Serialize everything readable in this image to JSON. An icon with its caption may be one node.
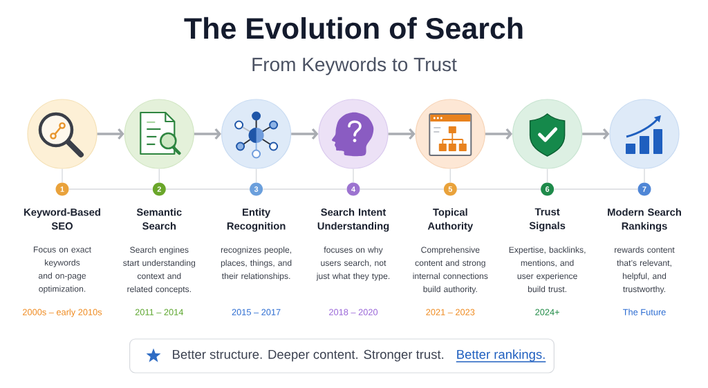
{
  "diagram": {
    "title": "The Evolution of Search",
    "nodes": [
      {
        "text": [],
        "shape": "circle"
      },
      {
        "text": [],
        "shape": "circle"
      },
      {
        "text": [],
        "shape": "circle"
      },
      {
        "text": [],
        "shape": "circle"
      },
      {
        "text": [],
        "shape": "circle"
      },
      {
        "text": [],
        "shape": "circle"
      },
      {
        "text": [],
        "shape": "circle"
      },
      {
        "text": [
          "1"
        ],
        "beside": [
          "Keyword-Based SEO",
          "Focus on exact keywords and on-page optimization.",
          "2000s – early 2010s"
        ]
      },
      {
        "text": [
          "2"
        ],
        "beside": [
          "Semantic Search",
          "Search engines start understanding context and related concepts.",
          "2011 – 2014"
        ]
      },
      {
        "text": [
          "3"
        ],
        "beside": [
          "Entity Recognition",
          "recognizes people, places, things, and their relationships.",
          "2015 – 2017"
        ]
      },
      {
        "text": [
          "4"
        ],
        "beside": [
          "Search Intent Understanding",
          "focuses on why users search, not just what they type.",
          "2018 – 2020"
        ]
      },
      {
        "text": [
          "5"
        ],
        "beside": [
          "Topical Authority",
          "Comprehensive content and strong internal connections build authority.",
          "2021 – 2023"
        ]
      },
      {
        "text": [
          "6"
        ],
        "beside": [
          "Trust Signals",
          "Expertise, backlinks, mentions, and user experience build trust.",
          "2024+"
        ]
      },
      {
        "text": [
          "7"
        ],
        "beside": [
          "Modern Search Rankings",
          "rewards content that’s relevant, helpful, and trustworthy.",
          "The Future"
        ]
      },
      {
        "text": [
          "Better structure. Deeper content. Stronger trust.",
          "Better rankings."
        ]
      }
    ],
    "edges": [
      {
        "from": 0,
        "to": 1,
        "arrow": "to",
        "style": "thick",
        "color": "#a9acb2"
      },
      {
        "from": 1,
        "to": 2,
        "arrow": "to",
        "style": "thick",
        "color": "#a9acb2"
      },
      {
        "from": 2,
        "to": 3,
        "arrow": "to",
        "style": "thick",
        "color": "#a9acb2"
      },
      {
        "from": 3,
        "to": 4,
        "arrow": "to",
        "style": "thick",
        "color": "#a9acb2"
      },
      {
        "from": 4,
        "to": 5,
        "arrow": "to",
        "style": "thick",
        "color": "#a9acb2"
      },
      {
        "from": 5,
        "to": 6,
        "arrow": "to",
        "style": "thick",
        "color": "#a9acb2"
      },
      {
        "from": 0,
        "to": 7,
        "arrow": "none"
      },
      {
        "from": 1,
        "to": 8,
        "arrow": "none"
      },
      {
        "from": 2,
        "to": 9,
        "arrow": "none"
      },
      {
        "from": 3,
        "to": 10,
        "arrow": "none"
      },
      {
        "from": 4,
        "to": 11,
        "arrow": "none"
      },
      {
        "from": 5,
        "to": 12,
        "arrow": "none"
      },
      {
        "from": 6,
        "to": 13,
        "arrow": "none"
      },
      {
        "from": 7,
        "to": 8,
        "arrow": "none"
      },
      {
        "from": 8,
        "to": 9,
        "arrow": "none"
      },
      {
        "from": 9,
        "to": 10,
        "arrow": "none"
      },
      {
        "from": 10,
        "to": 11,
        "arrow": "none"
      },
      {
        "from": 11,
        "to": 12,
        "arrow": "none"
      },
      {
        "from": 12,
        "to": 13,
        "arrow": "none"
      }
    ],
    "labels": [
      "From Keywords to Trust"
    ]
  }
}
